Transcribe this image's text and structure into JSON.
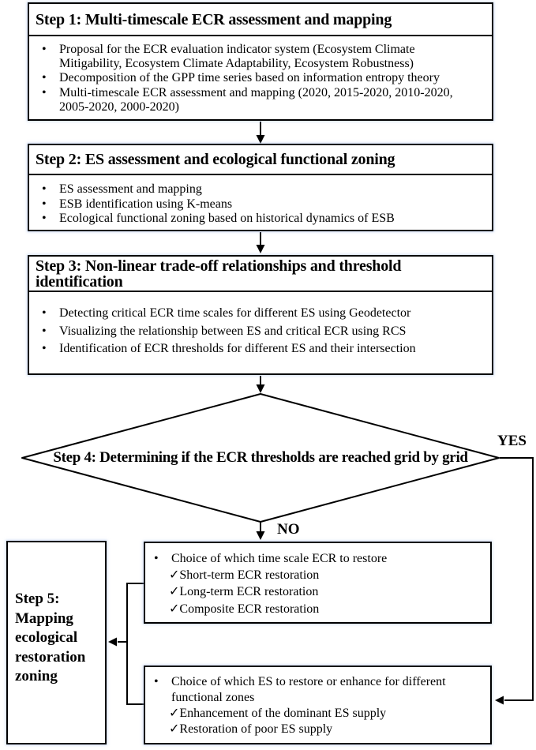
{
  "glyphs": {
    "bullet": "•",
    "check": "✓"
  },
  "colors": {
    "line": "#000000",
    "background": "#ffffff",
    "box_glow": "#aac3f0"
  },
  "step1": {
    "title": "Step 1: Multi-timescale ECR assessment and mapping",
    "bullets": [
      "Proposal for the ECR evaluation indicator system (Ecosystem Climate Mitigability, Ecosystem Climate Adaptability, Ecosystem Robustness)",
      "Decomposition of the GPP time series  based on information entropy theory",
      "Multi-timescale ECR assessment and mapping (2020, 2015-2020, 2010-2020, 2005-2020, 2000-2020)"
    ]
  },
  "step2": {
    "title": "Step 2: ES assessment and ecological functional zoning",
    "bullets": [
      "ES assessment and mapping",
      "ESB identification using K-means",
      "Ecological functional zoning based on historical dynamics of ESB"
    ]
  },
  "step3": {
    "title": "Step 3: Non-linear trade-off relationships and threshold identification",
    "bullets": [
      "Detecting critical ECR time scales for different ES using Geodetector",
      "Visualizing the relationship between ES and critical  ECR using RCS",
      "Identification of ECR thresholds for different ES and their intersection"
    ]
  },
  "step4": {
    "title": "Step 4: Determining if the ECR thresholds are reached grid by grid",
    "yes_label": "YES",
    "no_label": "NO"
  },
  "step5": {
    "title": "Step 5: Mapping ecological restoration zoning"
  },
  "restore_timescale": {
    "bullet": "Choice of which time scale ECR to restore",
    "checks": [
      "Short-term ECR restoration",
      "Long-term  ECR restoration",
      "Composite ECR restoration"
    ]
  },
  "restore_es": {
    "bullet": "Choice of which ES to restore or enhance for different functional zones",
    "checks": [
      "Enhancement of the dominant ES supply",
      "Restoration of poor ES supply"
    ]
  }
}
